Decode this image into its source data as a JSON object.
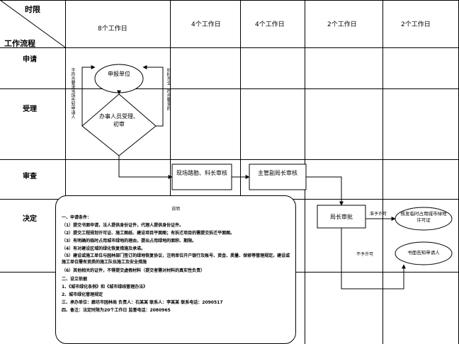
{
  "header": {
    "time_label": "时限",
    "flow_label": "工作流程",
    "columns": [
      "8个工作日",
      "4个工作日",
      "4个工作日",
      "2个工作日",
      "2个工作日"
    ]
  },
  "rows": [
    "申请",
    "受理",
    "审查",
    "决定"
  ],
  "nodes": {
    "apply": "申报单位",
    "review_office": "办事人员受理、初审",
    "site_survey": "现场踏勘、科长审核",
    "deputy_director": "主管副局长审核",
    "director": "局长审批",
    "issue_permit": "核发临时占用城市绿地许可证",
    "notify_applicant": "书面告知申请人"
  },
  "edge_labels": {
    "return_left": "不符合要求当场告知申请人",
    "return_right": "材料齐全、符合要求的",
    "approve": "准予许可",
    "reject": "不予许可"
  },
  "note": {
    "title": "说明",
    "lines": [
      "一、申请条件：",
      "（1）提交书面申请，法人提供身份证件，代理人提供身份证件。",
      "（2）提交工程规划许可证、施工图纸、建设项目平面图；有拆迁项目的需提交拆迁平面图。",
      "（3）有明确的临时占用城市绿地的理由，提出占用绿地的面积、期限。",
      "（4）有对建设区域的绿化恢复措施及承诺。",
      "（5）建设或施工单位与园林部门签订的绿地恢复协议，注明单位开户银行及账号、资金、质量、保修等管理规定。建设或施工单位需有资质的施工队伍施工及安全措施",
      "（6）其他相关的证件，不得提交虚假材料（提交者需对材料的真实性负责）",
      "二、设立依据",
      "1、《城市绿化条例》和《城市绿线管理办法》",
      "2、城市绿化管理规定",
      "三、承办单位：廊坊市园林局  负责人：石某某  联系人：李某某  联系电话：2090517",
      "四、备注：法定时限为20个工作日  监督电话：2080965"
    ]
  }
}
